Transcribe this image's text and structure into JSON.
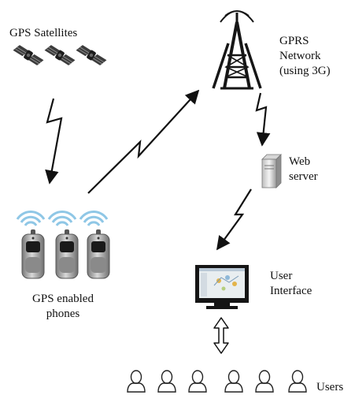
{
  "labels": {
    "gps_satellites": "GPS Satellites",
    "gprs_network": [
      "GPRS",
      "Network",
      "(using 3G)"
    ],
    "web_server": [
      "Web",
      "server"
    ],
    "gps_phones": [
      "GPS enabled",
      "phones"
    ],
    "user_interface": [
      "User",
      "Interface"
    ],
    "users": "Users"
  },
  "colors": {
    "line": "#111111",
    "signal_arc": "#8fc7e6",
    "phone_body": "#9a9a9a",
    "screen": "#1a1a1a",
    "ui_frame": "#151515"
  },
  "icons": [
    "satellite-icon",
    "cell-tower-icon",
    "server-icon",
    "mobile-phone-icon",
    "monitor-icon",
    "user-icon",
    "double-arrow-icon"
  ],
  "counts": {
    "satellites": 3,
    "phones": 3,
    "users": 6
  }
}
